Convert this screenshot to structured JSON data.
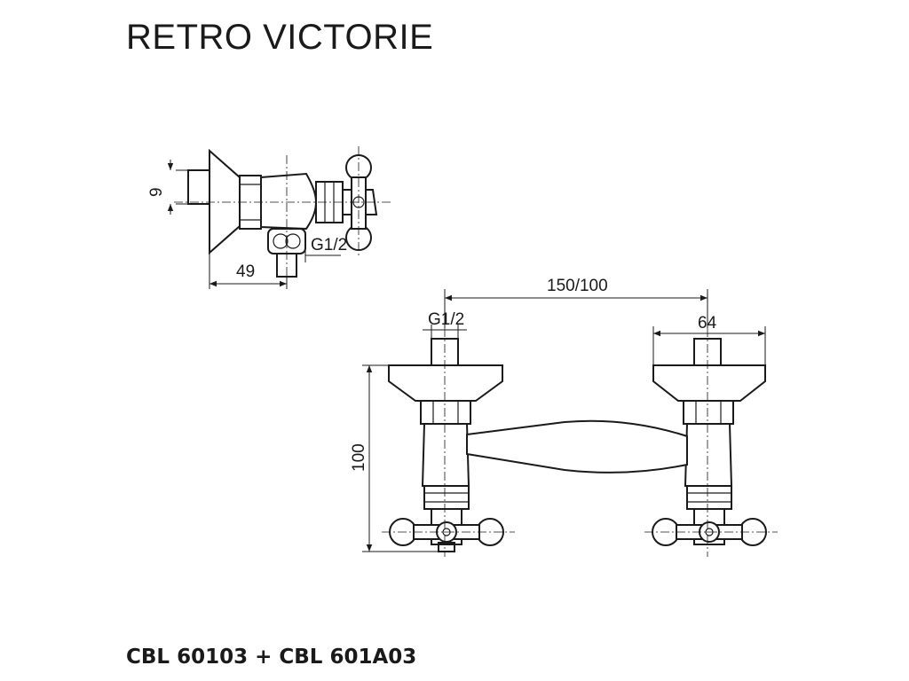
{
  "title": "RETRO VICTORIE",
  "model_code": "CBL 60103 + CBL 601A03",
  "dimensions": {
    "side_pipe": "9",
    "side_depth": "49",
    "side_thread": "G1/2",
    "spacing": "150/100",
    "front_thread": "G1/2",
    "flange_width": "64",
    "height": "100"
  }
}
